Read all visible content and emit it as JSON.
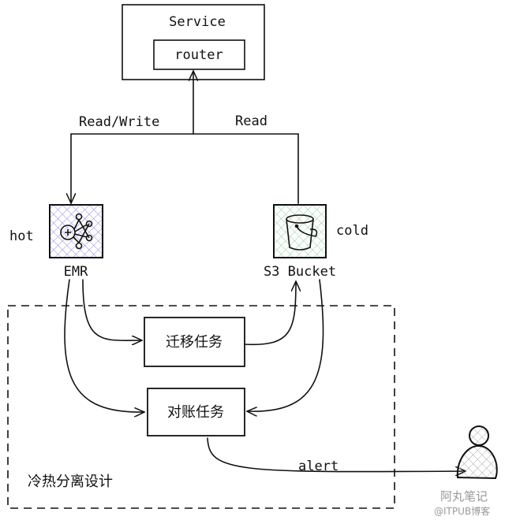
{
  "diagram": {
    "service": {
      "label": "Service",
      "router": "router"
    },
    "edges": {
      "read_write": "Read/Write",
      "read": "Read",
      "alert": "alert"
    },
    "emr": {
      "label": "EMR",
      "tag": "hot",
      "icon": "emr-cluster-icon",
      "fill": "#c9c6f5"
    },
    "s3": {
      "label": "S3 Bucket",
      "tag": "cold",
      "icon": "bucket-icon",
      "fill": "#c8ecd0"
    },
    "group": {
      "label": "冷热分离设计"
    },
    "tasks": {
      "migrate": "迁移任务",
      "reconcile": "对账任务"
    },
    "user": {
      "icon": "person-icon"
    }
  },
  "watermark": {
    "line1": "阿丸笔记",
    "line2": "@ITPUB博客"
  }
}
